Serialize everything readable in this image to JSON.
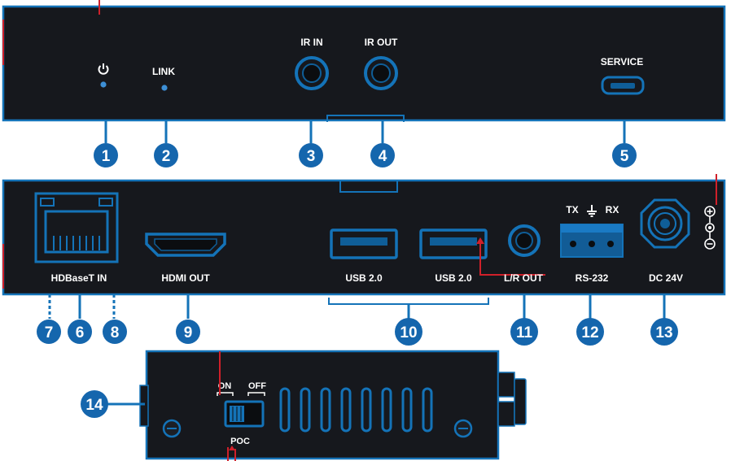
{
  "colors": {
    "panel": "#16181d",
    "panel_edge": "#1473b8",
    "accent_blue": "#1473b8",
    "callout_circle": "#1566ad",
    "label": "#ffffff",
    "red_mark": "#d0202a",
    "led": "#3d8fd6",
    "background": "#ffffff"
  },
  "panel1": {
    "power_symbol": "power-icon",
    "link_label": "LINK",
    "ir_in_label": "IR IN",
    "ir_out_label": "IR OUT",
    "service_label": "SERVICE"
  },
  "panel2": {
    "hdbaset_label": "HDBaseT IN",
    "hdmi_label": "HDMI OUT",
    "usb1_label": "USB 2.0",
    "usb2_label": "USB 2.0",
    "lr_label": "L/R OUT",
    "tx_label": "TX",
    "ground_symbol": "ground-icon",
    "rx_label": "RX",
    "rs232_label": "RS-232",
    "dc_label": "DC 24V"
  },
  "panel3": {
    "on_label": "ON",
    "off_label": "OFF",
    "poc_label": "POC"
  },
  "callouts": [
    "1",
    "2",
    "3",
    "4",
    "5",
    "6",
    "7",
    "8",
    "9",
    "10",
    "11",
    "12",
    "13",
    "14"
  ]
}
